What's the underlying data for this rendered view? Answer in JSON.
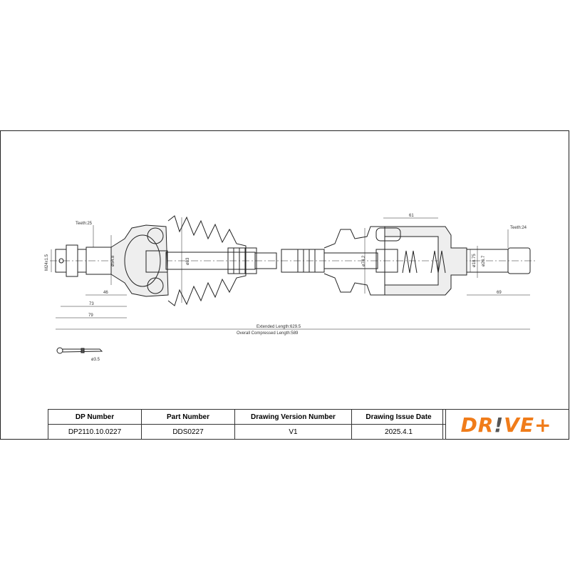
{
  "drawing": {
    "left_teeth": "Teeth:25",
    "thread": "M24x1.5",
    "dia_left_seat": "ø54.8",
    "dia_boot": "ø83",
    "dim_46": "46",
    "dim_73": "73",
    "dim_79": "79",
    "extended_length": "Extended  Length:629.5",
    "compressed_length": "Overall  Compressed  Length:589",
    "pin_dia": "ø3.5",
    "dim_61": "61",
    "dia_tripod": "ø74.2",
    "dia_seal": "ø18.75",
    "dia_spline": "ø26.7",
    "right_teeth": "Teeth:24",
    "dim_69": "69"
  },
  "table": {
    "headers": [
      "DP Number",
      "Part Number",
      "Drawing Version Number",
      "Drawing Issue Date"
    ],
    "values": [
      "DP2110.10.0227",
      "DDS0227",
      "V1",
      "2025.4.1"
    ]
  },
  "logo": {
    "text_a": "DR",
    "text_b": "!",
    "text_c": "VE+",
    "color": "#f07c1a"
  }
}
